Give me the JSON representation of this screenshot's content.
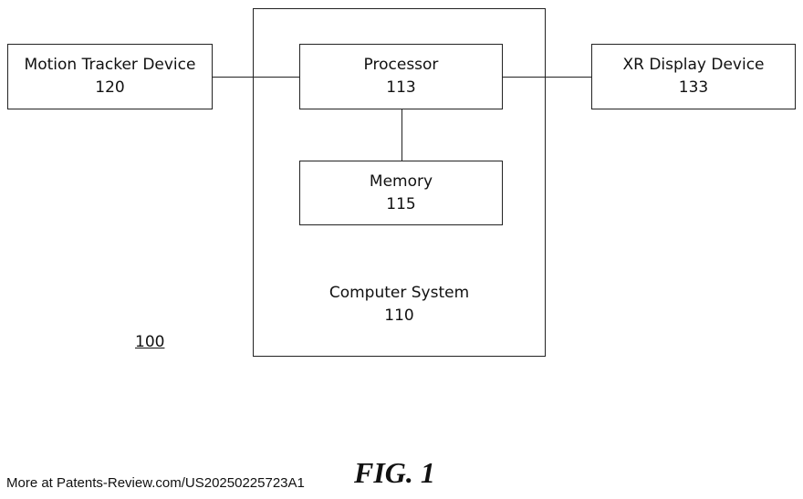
{
  "system": {
    "label": "Computer System",
    "ref": "110"
  },
  "processor": {
    "label": "Processor",
    "ref": "113"
  },
  "memory": {
    "label": "Memory",
    "ref": "115"
  },
  "motion": {
    "label": "Motion Tracker Device",
    "ref": "120"
  },
  "xr": {
    "label": "XR Display Device",
    "ref": "133"
  },
  "diagram_ref": "100",
  "figure": "FIG. 1",
  "footer": "More at Patents-Review.com/US20250225723A1"
}
